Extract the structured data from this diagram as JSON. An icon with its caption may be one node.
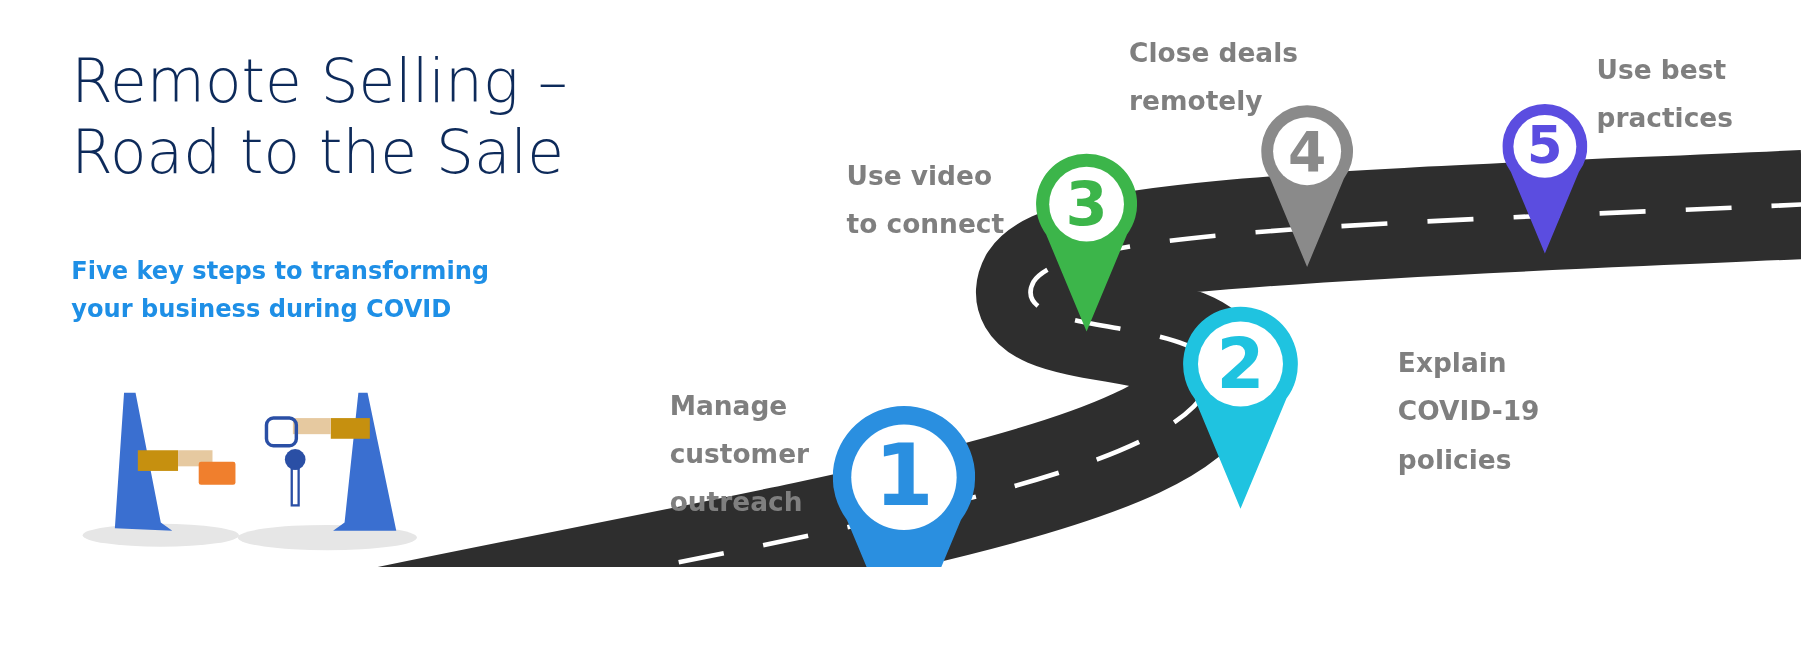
{
  "diagram": {
    "title": "Remote Selling – Road to the Sale",
    "nodes": [
      {
        "text": [
          "1"
        ],
        "beside": [
          "Manage customer outreach"
        ]
      },
      {
        "text": [
          "2"
        ],
        "beside": [
          "Explain COVID-19 policies"
        ]
      },
      {
        "text": [
          "3"
        ],
        "beside": [
          "Use video to connect"
        ]
      },
      {
        "text": [
          "4"
        ],
        "beside": [
          "Close deals remotely"
        ]
      },
      {
        "text": [
          "5"
        ],
        "beside": [
          "Use best practices"
        ]
      }
    ],
    "labels": [
      "Five key steps to transforming your business during COVID"
    ]
  }
}
